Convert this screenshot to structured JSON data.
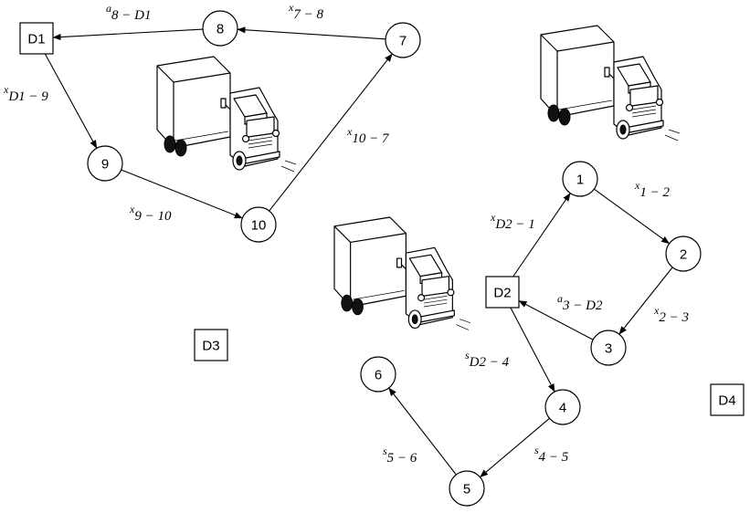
{
  "nodes": [
    {
      "id": "1",
      "label": "1"
    },
    {
      "id": "2",
      "label": "2"
    },
    {
      "id": "3",
      "label": "3"
    },
    {
      "id": "4",
      "label": "4"
    },
    {
      "id": "5",
      "label": "5"
    },
    {
      "id": "6",
      "label": "6"
    },
    {
      "id": "7",
      "label": "7"
    },
    {
      "id": "8",
      "label": "8"
    },
    {
      "id": "9",
      "label": "9"
    },
    {
      "id": "10",
      "label": "10"
    }
  ],
  "depots": [
    {
      "id": "D1",
      "label": "D1"
    },
    {
      "id": "D2",
      "label": "D2"
    },
    {
      "id": "D3",
      "label": "D3"
    },
    {
      "id": "D4",
      "label": "D4"
    }
  ],
  "edges": [
    {
      "from": "8",
      "to": "D1",
      "sym": "a",
      "sub": "8 − D1"
    },
    {
      "from": "7",
      "to": "8",
      "sym": "x",
      "sub": "7 − 8"
    },
    {
      "from": "D1",
      "to": "9",
      "sym": "x",
      "sub": "D1 − 9"
    },
    {
      "from": "9",
      "to": "10",
      "sym": "x",
      "sub": "9 − 10"
    },
    {
      "from": "10",
      "to": "7",
      "sym": "x",
      "sub": "10 − 7"
    },
    {
      "from": "D2",
      "to": "1",
      "sym": "x",
      "sub": "D2 − 1"
    },
    {
      "from": "1",
      "to": "2",
      "sym": "x",
      "sub": "1 − 2"
    },
    {
      "from": "2",
      "to": "3",
      "sym": "x",
      "sub": "2 − 3"
    },
    {
      "from": "3",
      "to": "D2",
      "sym": "a",
      "sub": "3 − D2"
    },
    {
      "from": "D2",
      "to": "4",
      "sym": "s",
      "sub": "D2 − 4"
    },
    {
      "from": "4",
      "to": "5",
      "sym": "s",
      "sub": "4 − 5"
    },
    {
      "from": "5",
      "to": "6",
      "sym": "s",
      "sub": "5 − 6"
    }
  ],
  "trucks": [
    {
      "name": "truck-route-d1",
      "icon": "truck-icon"
    },
    {
      "name": "truck-route-d2-top",
      "icon": "truck-icon"
    },
    {
      "name": "truck-route-d2-bottom",
      "icon": "truck-icon"
    }
  ]
}
